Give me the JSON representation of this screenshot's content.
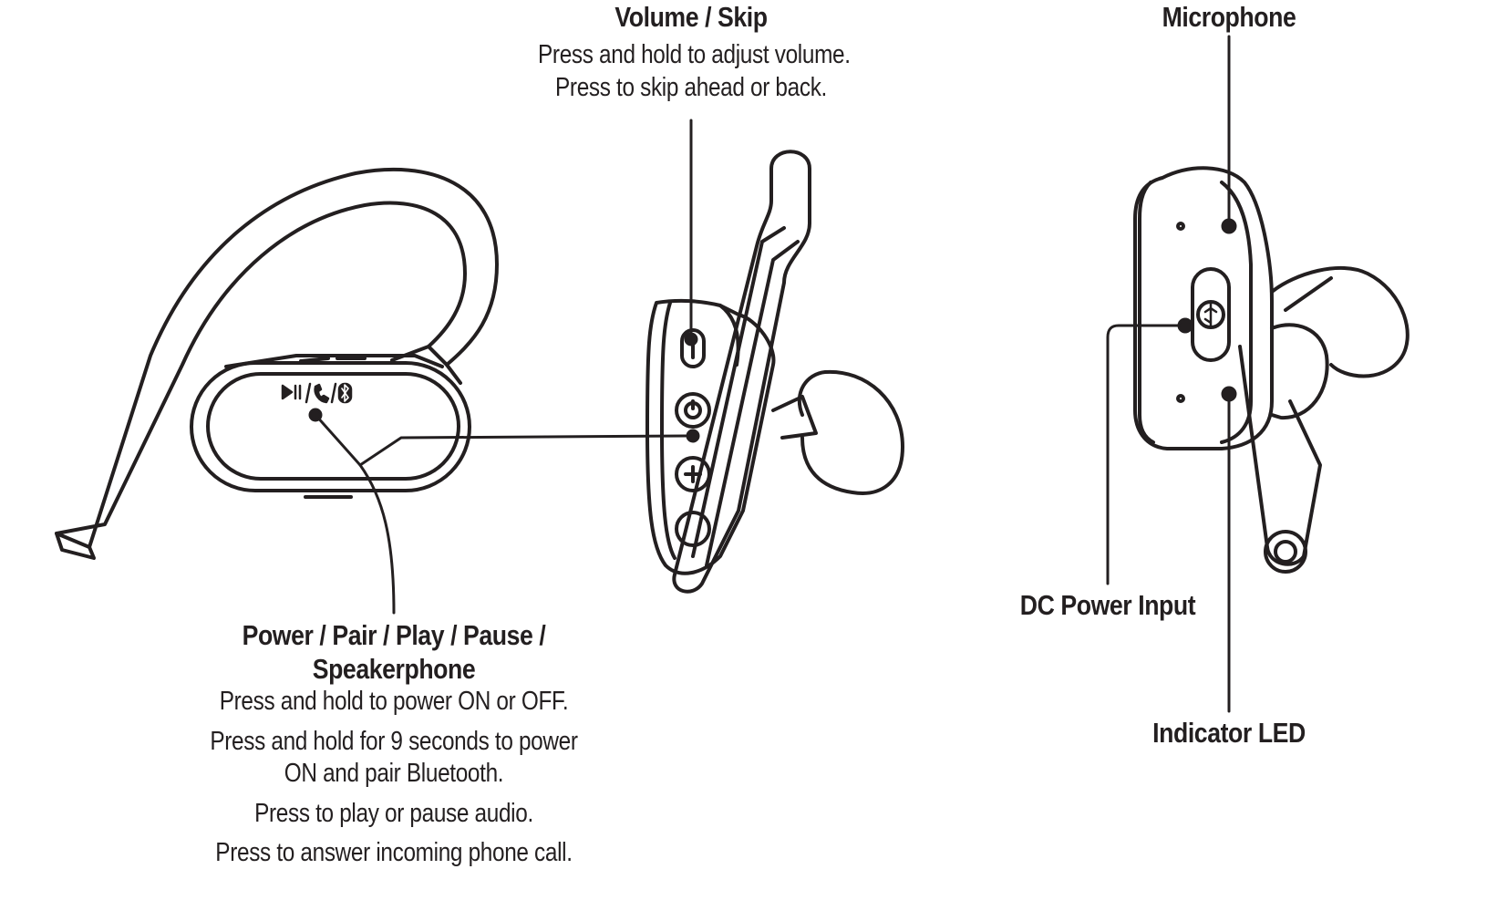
{
  "callouts": {
    "volume_skip": {
      "title": "Volume / Skip",
      "lines": [
        "Press and hold to adjust volume.",
        "Press to skip ahead or back."
      ]
    },
    "microphone": {
      "title": "Microphone"
    },
    "power_pair": {
      "title_line1": "Power / Pair / Play / Pause /",
      "title_line2": "Speakerphone",
      "lines": [
        "Press and hold to power ON or OFF.",
        "Press and hold for 9 seconds to power",
        "ON and pair Bluetooth.",
        "Press to play or pause audio.",
        "Press to answer incoming phone call."
      ]
    },
    "dc_power": {
      "title": "DC Power Input"
    },
    "indicator": {
      "title": "Indicator LED"
    }
  },
  "button_icons": [
    "play-pause-icon",
    "phone-icon",
    "bluetooth-icon"
  ],
  "colors": {
    "line": "#231f20",
    "background": "#ffffff"
  }
}
